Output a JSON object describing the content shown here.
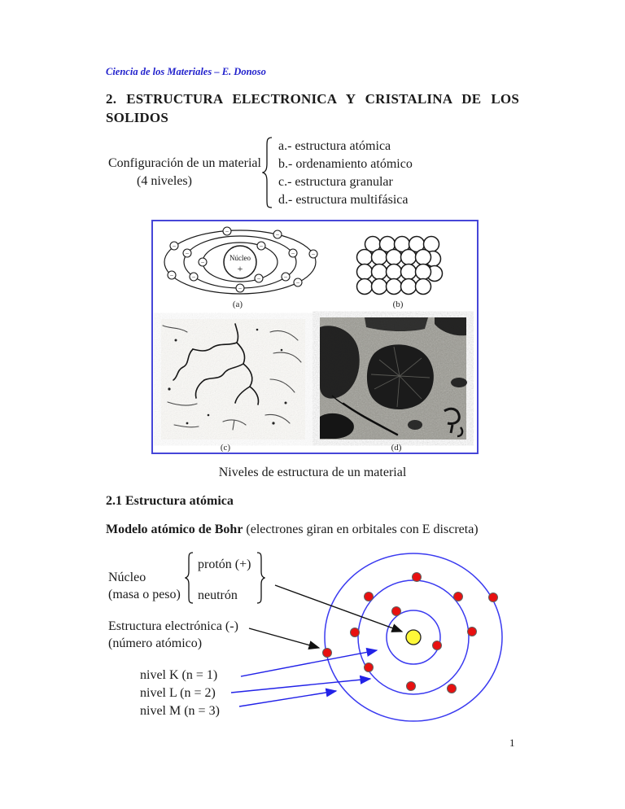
{
  "header": {
    "text": "Ciencia de los Materiales – E. Donoso"
  },
  "title": {
    "line1": "2. ESTRUCTURA ELECTRONICA Y CRISTALINA DE LOS",
    "line2": "SOLIDOS"
  },
  "configuration": {
    "label": "Configuración de un material",
    "sublabel": "(4 niveles)",
    "items": [
      "a.- estructura atómica",
      "b.- ordenamiento atómico",
      "c.- estructura granular",
      "d.- estructura multifásica"
    ]
  },
  "figure": {
    "caption": "Niveles de estructura de un material",
    "panel_a_label": "(a)",
    "panel_b_label": "(b)",
    "panel_c_label": "(c)",
    "panel_d_label": "(d)",
    "nucleus_label": "Núcleo",
    "nucleus_charge": "+",
    "electron_symbol": "−"
  },
  "section": {
    "heading": "2.1 Estructura atómica",
    "bohr_title": "Modelo atómico de Bohr",
    "bohr_note": " (electrones giran en orbitales con E discreta)"
  },
  "nucleus_block": {
    "label": "Núcleo",
    "sublabel": "(masa o peso)",
    "items": [
      "protón (+)",
      "neutrón"
    ]
  },
  "electronic": {
    "line1": "Estructura electrónica (-)",
    "line2": "(número atómico)"
  },
  "levels": {
    "k": "nivel K (n = 1)",
    "l": "nivel L (n = 2)",
    "m": "nivel M (n = 3)"
  },
  "page_number": "1",
  "colors": {
    "header_blue": "#2121cc",
    "figure_border_blue": "#4646d8",
    "orbit_blue": "#3a3af0",
    "arrow_blue": "#2222e8",
    "electron_red": "#e81010",
    "nucleus_yellow": "#fef838",
    "text": "#1a1a1a"
  }
}
